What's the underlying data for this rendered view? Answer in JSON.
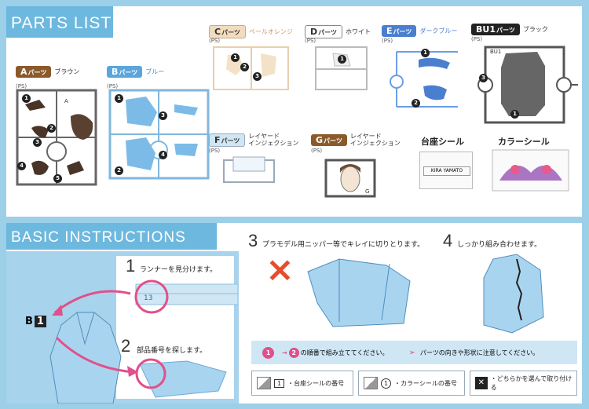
{
  "parts_list": {
    "title": "PARTS LIST",
    "ps": "(PS)",
    "parts": [
      {
        "tag": "A",
        "suffix": "パーツ",
        "color_name": "ブラウン",
        "tag_color": "#8b5a2b"
      },
      {
        "tag": "B",
        "suffix": "パーツ",
        "color_name": "ブルー",
        "tag_color": "#5aa6dc"
      },
      {
        "tag": "C",
        "suffix": "パーツ",
        "color_name": "ペールオレンジ",
        "tag_color": "#f2dcc0"
      },
      {
        "tag": "D",
        "suffix": "パーツ",
        "color_name": "ホワイト",
        "tag_color": "#ffffff"
      },
      {
        "tag": "E",
        "suffix": "パーツ",
        "color_name": "ダークブルー",
        "tag_color": "#4a7fd0"
      },
      {
        "tag": "BU1",
        "suffix": "パーツ",
        "color_name": "ブラック",
        "tag_color": "#222222"
      },
      {
        "tag": "F",
        "suffix": "パーツ",
        "color_name": "レイヤード\nインジェクション",
        "tag_color": "#d0e6f2"
      },
      {
        "tag": "G",
        "suffix": "パーツ",
        "color_name": "レイヤード\nインジェクション",
        "tag_color": "#8b5a2b"
      }
    ],
    "stand_seal": "台座シール",
    "stand_seal_text": "KIRA YAMATO",
    "color_seal": "カラーシール",
    "runner_labels": {
      "a": "A",
      "bu1": "BU1",
      "g": "G"
    }
  },
  "basic_instructions": {
    "title": "BASIC INSTRUCTIONS",
    "b1_label": "B",
    "b1_num": "1",
    "steps": [
      {
        "n": "1",
        "text": "ランナーを見分けます。"
      },
      {
        "n": "2",
        "text": "部品番号を探します。"
      },
      {
        "n": "3",
        "text": "プラモデル用ニッパー等でキレイに切りとります。"
      },
      {
        "n": "4",
        "text": "しっかり組み合わせます。"
      }
    ],
    "circle_label": "13",
    "order_note_a": "1",
    "order_note_b": "2",
    "order_text": "の順番で組み立ててください。",
    "caution_text": "パーツの向きや形状に注意してください。",
    "legend": [
      {
        "num": "1",
        "text": "・台座シールの番号"
      },
      {
        "num": "1",
        "text": "・カラーシールの番号"
      },
      {
        "text": "・どちらかを選んで取り付ける"
      }
    ],
    "x_mark": "×"
  },
  "colors": {
    "accent": "#6db8de",
    "pink": "#e0508a",
    "bg": "#9ccfe8"
  }
}
